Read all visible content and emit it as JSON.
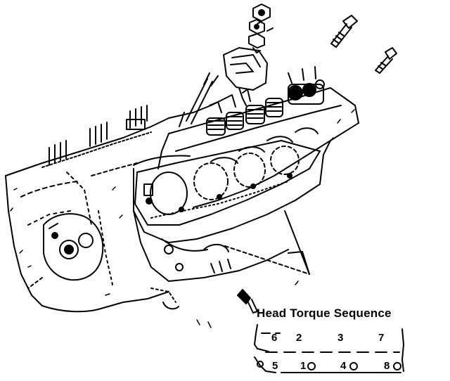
{
  "diagram": {
    "title": "Head Torque Sequence",
    "sequence": {
      "top_row": [
        "6",
        "2",
        "3",
        "7"
      ],
      "bottom_row": [
        "5",
        "1",
        "4",
        "8"
      ]
    }
  },
  "colors": {
    "ink": "#000000",
    "paper": "#ffffff"
  }
}
